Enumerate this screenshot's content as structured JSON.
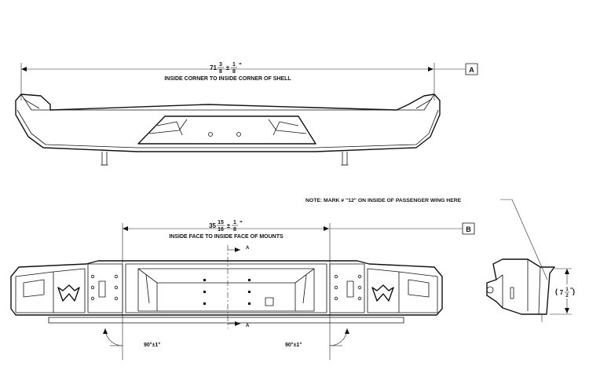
{
  "dimensions": {
    "top": {
      "whole": "71",
      "frac_num": "3",
      "frac_den": "8",
      "tol": "±",
      "tol_num": "1",
      "tol_den": "8",
      "unit": "\"",
      "label": "INSIDE CORNER TO INSIDE CORNER OF SHELL",
      "ref": "A"
    },
    "bottom": {
      "whole": "35",
      "frac_num": "15",
      "frac_den": "16",
      "tol": "±",
      "tol_num": "1",
      "tol_den": "8",
      "unit": "\"",
      "label": "INSIDE FACE TO INSIDE FACE OF MOUNTS",
      "ref": "B"
    },
    "angle_left": "90°±1°",
    "angle_right": "90°±1°",
    "side_height_whole": "7",
    "side_height_num": "1",
    "side_height_den": "2",
    "side_height_unit": "\""
  },
  "note": "NOTE: MARK # \"12\" ON INSIDE OF PASSENGER WING HERE",
  "section_marks": {
    "top": "A",
    "bottom": "A"
  }
}
